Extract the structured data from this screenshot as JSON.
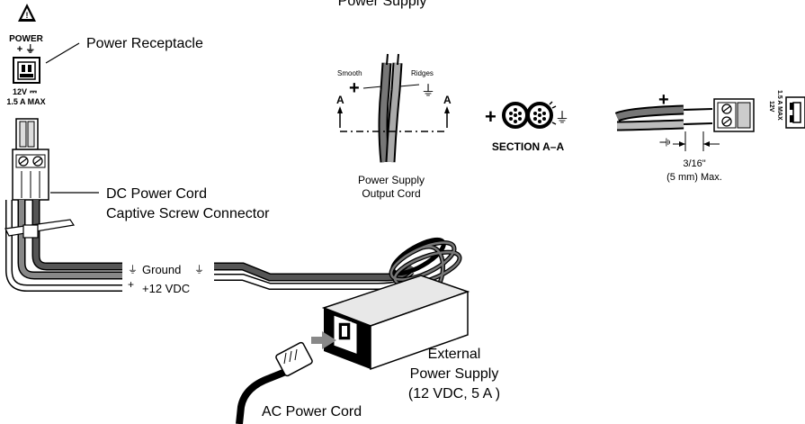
{
  "header_partial": "Power Supply",
  "power_panel": {
    "title": "POWER",
    "polarity": "+ ⏚",
    "voltage": "12V",
    "dc_symbol": "⎓",
    "current": "1.5 A MAX"
  },
  "labels": {
    "power_receptacle": "Power Receptacle",
    "dc_cord_line1": "DC Power Cord",
    "dc_cord_line2": "Captive Screw Connector",
    "ground": "Ground",
    "plus12": "+12 VDC",
    "external_line1": "External",
    "external_line2": "Power Supply",
    "external_line3": "(12 VDC, 5 A )",
    "ac_cord": "AC Power Cord"
  },
  "cord_detail": {
    "smooth": "Smooth",
    "ridges": "Ridges",
    "plus": "+",
    "section_mark": "A",
    "caption_line1": "Power Supply",
    "caption_line2": "Output Cord",
    "section_label": "SECTION  A–A"
  },
  "strip_detail": {
    "plus": "+",
    "dimension": "3/16\"",
    "dimension_metric": "(5 mm) Max.",
    "connector_voltage": "12V",
    "connector_current": "1.5 A MAX"
  },
  "symbols": {
    "ground": "⏚",
    "plus": "+"
  }
}
